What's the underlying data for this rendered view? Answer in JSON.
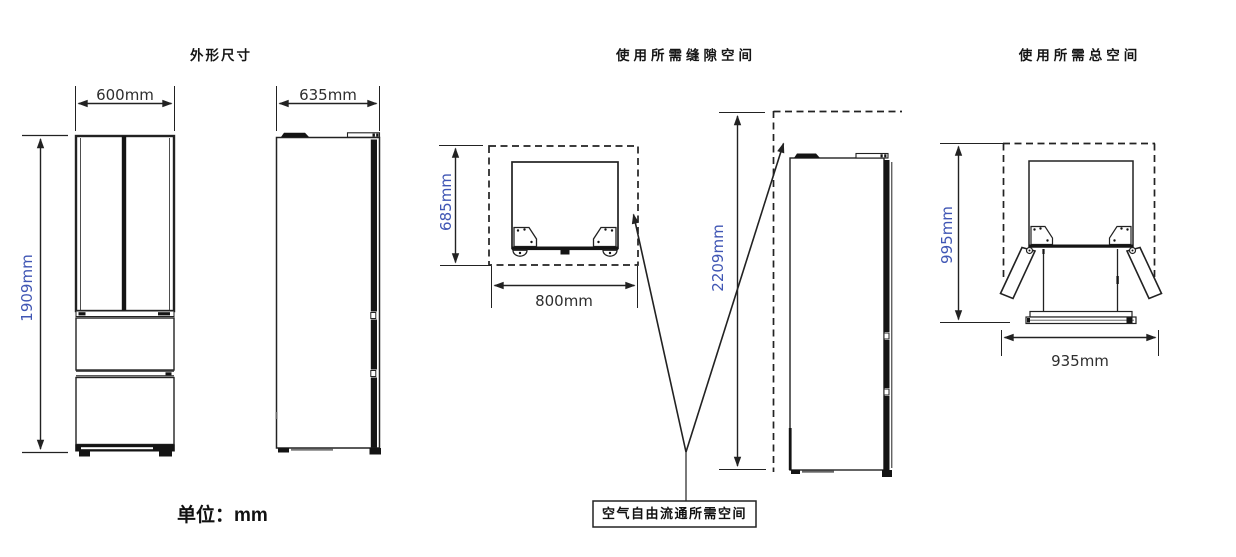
{
  "titles": {
    "outline": "外形尺寸",
    "gap": "使用所需缝隙空间",
    "total": "使用所需总空间"
  },
  "dimensions": {
    "width": "600mm",
    "depth": "635mm",
    "height": "1909mm",
    "gap_depth": "685mm",
    "gap_width": "800mm",
    "gap_height": "2209mm",
    "total_depth": "995mm",
    "total_width": "935mm"
  },
  "labels": {
    "unit": "单位：mm",
    "air_circulation": "空气自由流通所需空间"
  },
  "colors": {
    "line": "#222222",
    "dim_text": "#2e2e2e",
    "dim_text_rotated": "#4056b4"
  }
}
